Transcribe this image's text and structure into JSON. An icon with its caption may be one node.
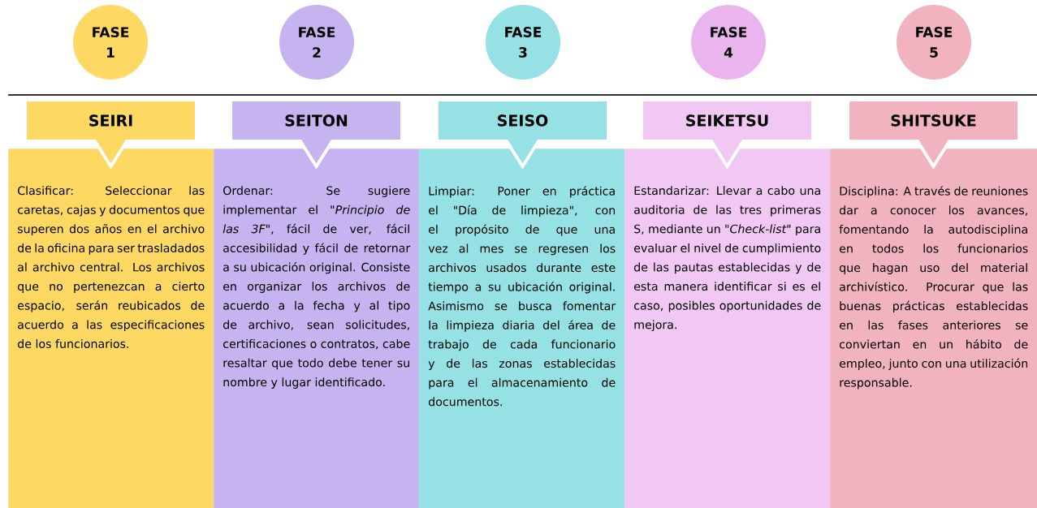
{
  "diagram": {
    "nodes": [
      {
        "text": [
          "FASE 1"
        ]
      },
      {
        "text": [
          "FASE 2"
        ]
      },
      {
        "text": [
          "FASE 3"
        ]
      },
      {
        "text": [
          "FASE 4"
        ]
      },
      {
        "text": [
          "FASE 5"
        ]
      },
      {
        "text": [
          "SEIRI"
        ]
      },
      {
        "text": [
          "SEITON"
        ]
      },
      {
        "text": [
          "SEISO"
        ]
      },
      {
        "text": [
          "SEIKETSU"
        ]
      },
      {
        "text": [
          "SHITSUKE"
        ]
      },
      {
        "text": [
          "Clasificar: Seleccionar las caretas, cajas y documentos que superen dos años en el archivo de la oficina para ser trasladados al archivo central. Los archivos que no pertenezcan a cierto espacio, serán reubicados de acuerdo a las especificaciones de los funcionarios."
        ]
      },
      {
        "text": [
          "Ordenar: Se sugiere implementar el *\"Principio de las 3F\"*, fácil de ver, fácil accesibilidad y fácil de retornar a su ubicación original. Consiste en organizar los archivos de acuerdo a la fecha y al tipo de archivo, sean solicitudes, certificaciones o contratos, cabe resaltar que todo debe tener su nombre y lugar identificado."
        ]
      },
      {
        "text": [
          "Limpiar: Poner en práctica el \"Día de limpieza\", con el propósito de que una vez al mes se regresen los archivos usados durante este tiempo a su ubicación original. Asimismo se busca fomentar la limpieza diaria del área de trabajo de cada funcionario y de las zonas establecidas para el almacenamiento de documentos."
        ]
      },
      {
        "text": [
          "Estandarizar: Llevar a cabo una auditoria de las tres primeras S, mediante un *\"Check-list\"* para evaluar el nivel de cumplimiento de las pautas establecidas y de esta manera identificar si es el caso, posibles oportunidades de mejora."
        ]
      },
      {
        "text": [
          "Disciplina: A través de reuniones dar a conocer los avances, fomentando la autodisciplina en todos los funcionarios que hagan uso del material archivístico. Procurar que las buenas prácticas establecidas en las fases anteriores se conviertan en un hábito de empleo, junto con una utilización responsable."
        ]
      }
    ]
  }
}
